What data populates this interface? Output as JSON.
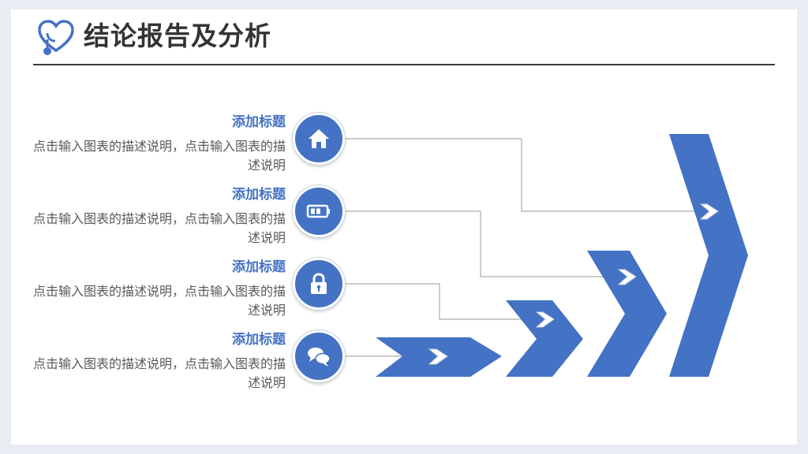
{
  "slide": {
    "title": "结论报告及分析",
    "brand_color": "#4472c4",
    "items": [
      {
        "title": "添加标题",
        "description": "点击输入图表的描述说明，点击输入图表的描述说明",
        "icon": "home-icon"
      },
      {
        "title": "添加标题",
        "description": "点击输入图表的描述说明，点击输入图表的描述说明",
        "icon": "battery-icon"
      },
      {
        "title": "添加标题",
        "description": "点击输入图表的描述说明，点击输入图表的描述说明",
        "icon": "lock-icon"
      },
      {
        "title": "添加标题",
        "description": "点击输入图表的描述说明，点击输入图表的描述说明",
        "icon": "chat-bubbles-icon"
      }
    ]
  }
}
